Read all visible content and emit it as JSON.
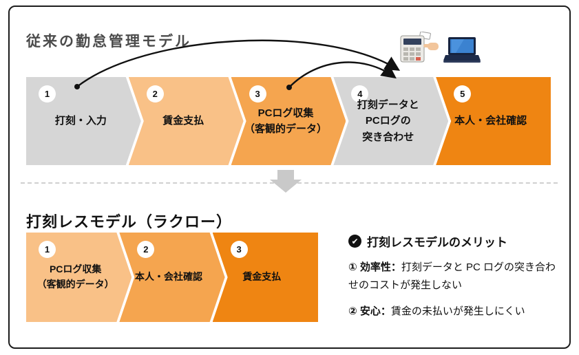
{
  "colors": {
    "step_gray": "#d6d6d6",
    "orange_light": "#f9c187",
    "orange_mid": "#f5a54f",
    "orange_dark": "#ef8512",
    "down_arrow_gray": "#c9c9c9",
    "arrow_black": "#111111"
  },
  "icons": {
    "time_clock": "time-clock-icon",
    "laptop": "laptop-icon",
    "down_arrow": "down-arrow-icon",
    "check": "check-icon",
    "check_glyph": "✔"
  },
  "top_section": {
    "title": "従来の勤怠管理モデル",
    "steps": [
      {
        "num": "1",
        "lines": [
          "打刻・入力"
        ]
      },
      {
        "num": "2",
        "lines": [
          "賃金支払"
        ]
      },
      {
        "num": "3",
        "lines": [
          "PCログ収集",
          "（客観的データ）"
        ]
      },
      {
        "num": "4",
        "lines": [
          "打刻データと",
          "PCログの",
          "突き合わせ"
        ]
      },
      {
        "num": "5",
        "lines": [
          "本人・会社確認"
        ]
      }
    ]
  },
  "bottom_section": {
    "title": "打刻レスモデル（ラクロー）",
    "steps": [
      {
        "num": "1",
        "lines": [
          "PCログ収集",
          "（客観的データ）"
        ]
      },
      {
        "num": "2",
        "lines": [
          "本人・会社確認"
        ]
      },
      {
        "num": "3",
        "lines": [
          "賃金支払"
        ]
      }
    ],
    "merits": {
      "title": "打刻レスモデルのメリット",
      "items": [
        {
          "label": "① 効率性：",
          "text": "打刻データと PC ログの突き合わせのコストが発生しない"
        },
        {
          "label": "② 安心：",
          "text": "賃金の未払いが発生しにくい"
        }
      ]
    }
  }
}
